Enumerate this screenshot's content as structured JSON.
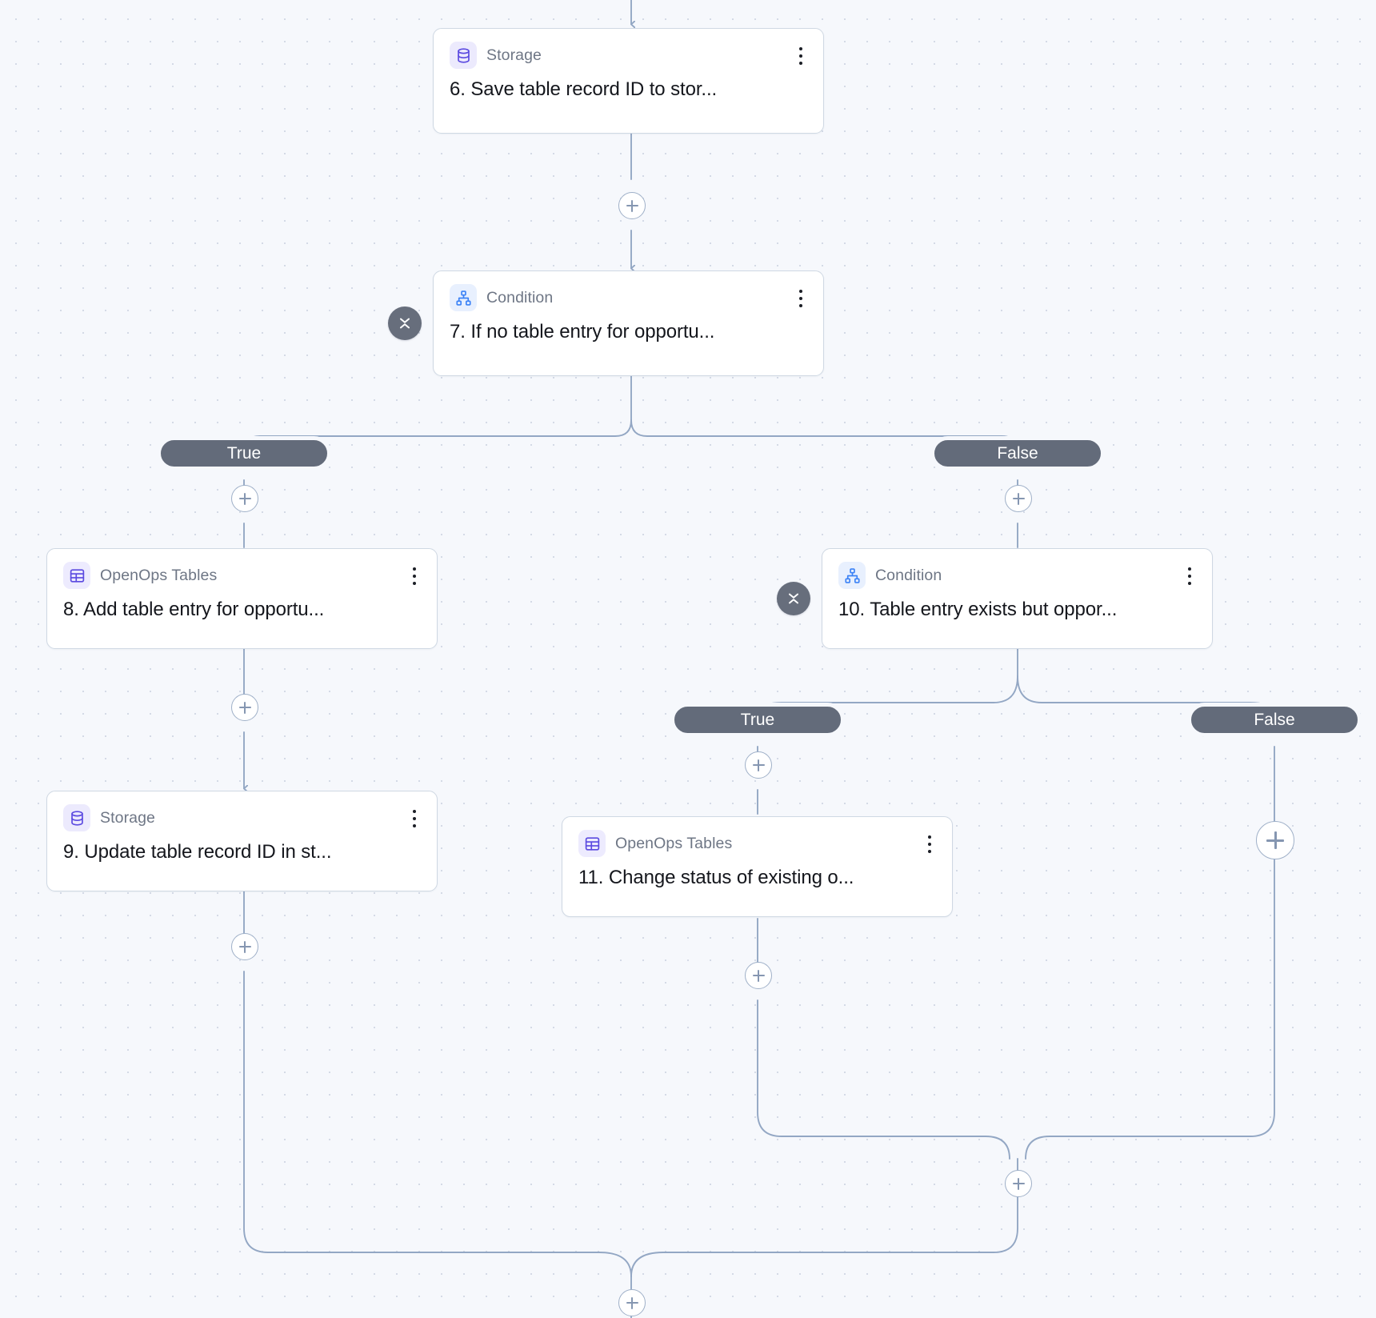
{
  "canvas": {
    "background_color": "#f6f8fc",
    "dot_color": "#d4dae6",
    "edge_color": "#93a7c4"
  },
  "theme": {
    "card_bg": "#ffffff",
    "card_border": "#cfd8e3",
    "title_color": "#14161c",
    "type_color": "#6e7685",
    "pill_bg": "#636b7a",
    "pill_text": "#ffffff",
    "collapse_bg": "#676e7c",
    "storage_icon_color": "#5b4ae0",
    "table_icon_color": "#5b4ae0",
    "condition_icon_color": "#3b82f6"
  },
  "nodes": [
    {
      "id": "step-6",
      "type_label": "Storage",
      "title": "6. Save table record ID to stor...",
      "icon": "database-icon",
      "menu": "kebab-menu-icon"
    },
    {
      "id": "step-7",
      "type_label": "Condition",
      "title": "7. If no table entry for opportu...",
      "icon": "hierarchy-icon",
      "menu": "kebab-menu-icon",
      "collapsible": true
    },
    {
      "id": "step-8",
      "type_label": "OpenOps Tables",
      "title": "8. Add table entry for opportu...",
      "icon": "table-grid-icon",
      "menu": "kebab-menu-icon"
    },
    {
      "id": "step-9",
      "type_label": "Storage",
      "title": "9. Update table record ID in st...",
      "icon": "database-icon",
      "menu": "kebab-menu-icon"
    },
    {
      "id": "step-10",
      "type_label": "Condition",
      "title": "10. Table entry exists but oppor...",
      "icon": "hierarchy-icon",
      "menu": "kebab-menu-icon",
      "collapsible": true
    },
    {
      "id": "step-11",
      "type_label": "OpenOps Tables",
      "title": "11. Change status of existing o...",
      "icon": "table-grid-icon",
      "menu": "kebab-menu-icon"
    }
  ],
  "branch_labels": {
    "cond7_true": "True",
    "cond7_false": "False",
    "cond10_true": "True",
    "cond10_false": "False"
  },
  "add_buttons": {
    "after_step6": "+",
    "cond7_true_branch": "+",
    "cond7_false_branch": "+",
    "after_step8": "+",
    "after_step9": "+",
    "cond10_true_branch": "+",
    "cond10_false_branch": "+",
    "after_step11": "+",
    "cond10_merge": "+",
    "cond7_merge": "+"
  }
}
